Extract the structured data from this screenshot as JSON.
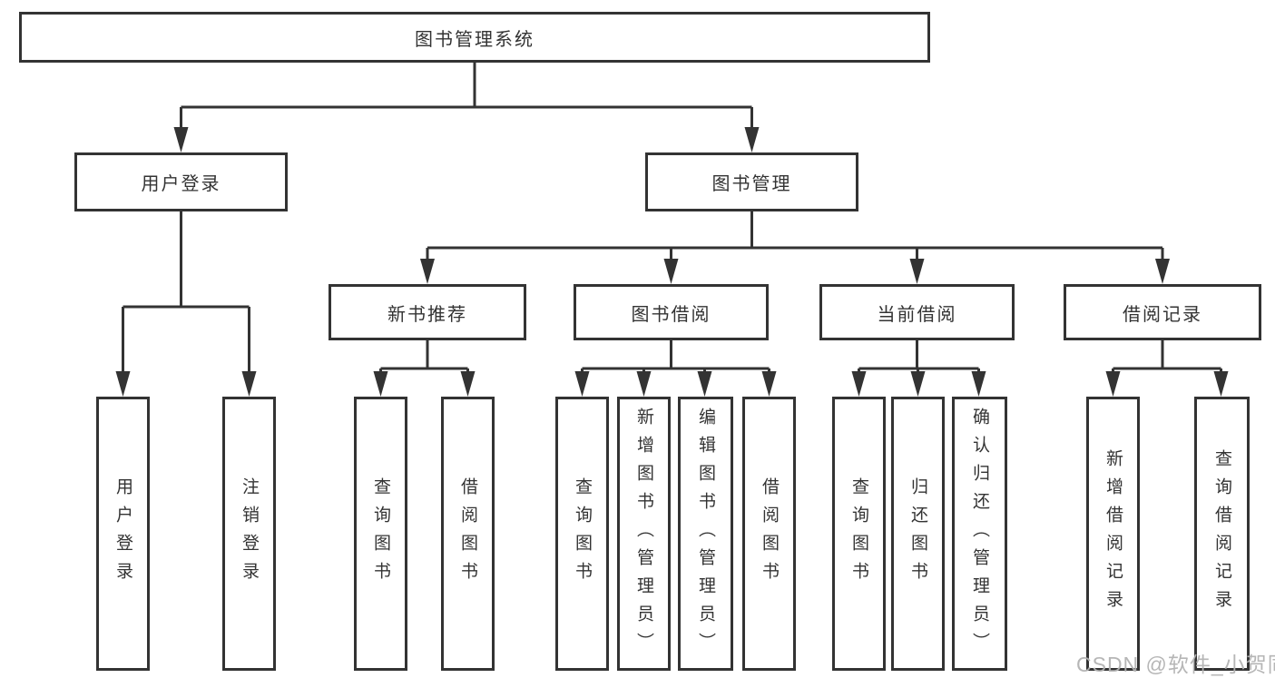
{
  "tree": {
    "root": {
      "label": "图书管理系统"
    },
    "level2": [
      {
        "label": "用户登录"
      },
      {
        "label": "图书管理"
      }
    ],
    "level3": [
      {
        "label": "新书推荐"
      },
      {
        "label": "图书借阅"
      },
      {
        "label": "当前借阅"
      },
      {
        "label": "借阅记录"
      }
    ],
    "leaf_groups": [
      {
        "parent": "用户登录",
        "items": [
          {
            "label": "用户登录"
          },
          {
            "label": "注销登录"
          }
        ]
      },
      {
        "parent": "新书推荐",
        "items": [
          {
            "label": "查询图书"
          },
          {
            "label": "借阅图书"
          }
        ]
      },
      {
        "parent": "图书借阅",
        "items": [
          {
            "label": "查询图书"
          },
          {
            "label": "新增图书（管理员）"
          },
          {
            "label": "编辑图书（管理员）"
          },
          {
            "label": "借阅图书"
          }
        ]
      },
      {
        "parent": "当前借阅",
        "items": [
          {
            "label": "查询图书"
          },
          {
            "label": "归还图书"
          },
          {
            "label": "确认归还（管理员）"
          }
        ]
      },
      {
        "parent": "借阅记录",
        "items": [
          {
            "label": "新增借阅记录"
          },
          {
            "label": "查询借阅记录"
          }
        ]
      }
    ]
  },
  "watermark": {
    "text": "CSDN @软件_小贺同学"
  },
  "colors": {
    "line": "#333333",
    "box_border": "#333333",
    "box_background": "#ffffff",
    "text": "#333333",
    "watermark": "#b2b2b2"
  }
}
